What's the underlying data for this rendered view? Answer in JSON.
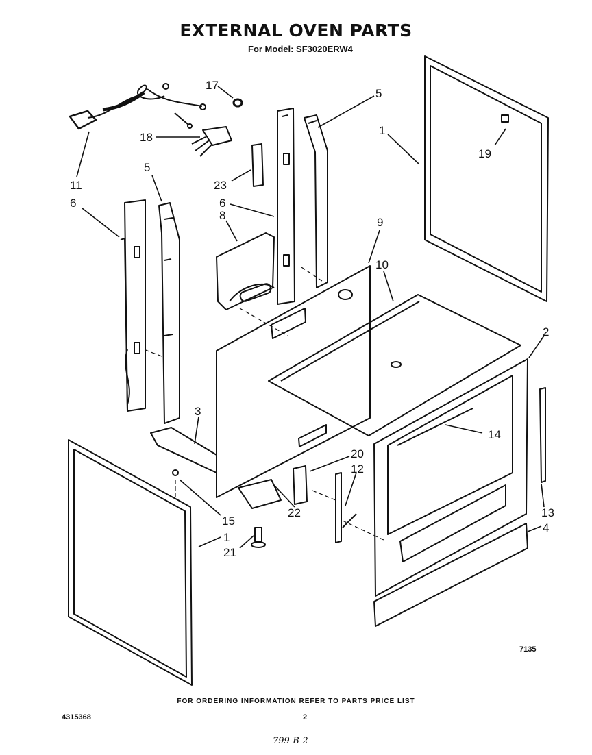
{
  "header": {
    "title": "EXTERNAL OVEN PARTS",
    "model_line": "For Model: SF3020ERW4"
  },
  "footer": {
    "ordering_note": "FOR ORDERING INFORMATION REFER TO PARTS PRICE LIST",
    "document_number": "4315368",
    "page_number": "2",
    "handwritten_code": "799-B-2"
  },
  "diagram": {
    "figure_code": "7135",
    "callouts": [
      "17",
      "5",
      "1",
      "18",
      "19",
      "23",
      "11",
      "6",
      "5",
      "6",
      "8",
      "9",
      "10",
      "2",
      "3",
      "14",
      "20",
      "12",
      "15",
      "22",
      "13",
      "4",
      "1",
      "21"
    ]
  }
}
